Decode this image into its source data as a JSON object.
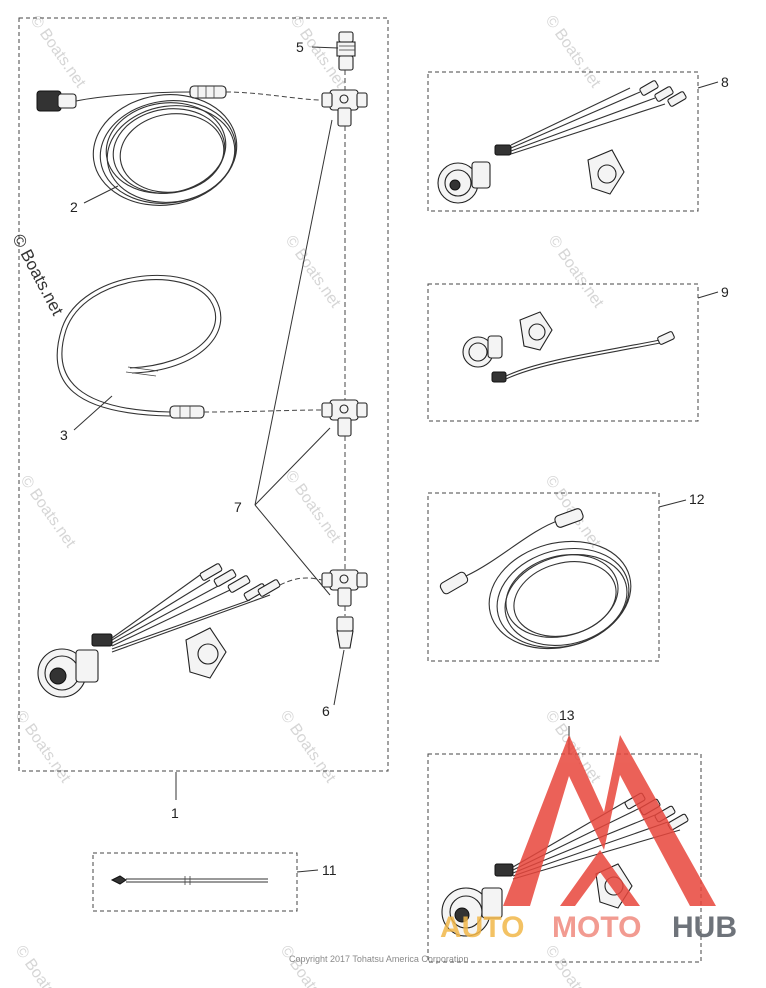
{
  "callouts": {
    "c1": "1",
    "c2": "2",
    "c3": "3",
    "c5": "5",
    "c6": "6",
    "c7": "7",
    "c8": "8",
    "c9": "9",
    "c11": "11",
    "c12": "12",
    "c13": "13"
  },
  "copyright": "Copyright 2017 Tohatsu America Corporation",
  "watermark": {
    "main": "© Boats.net",
    "repeat": "© Boats.net"
  },
  "logo": {
    "part1": "AUTO",
    "part2": "MOTO",
    "part3": "HUB",
    "colors": {
      "triangle": "#e8463c",
      "auto": "#f2b84a",
      "moto": "#f08a7e",
      "hub": "#555b63"
    }
  }
}
